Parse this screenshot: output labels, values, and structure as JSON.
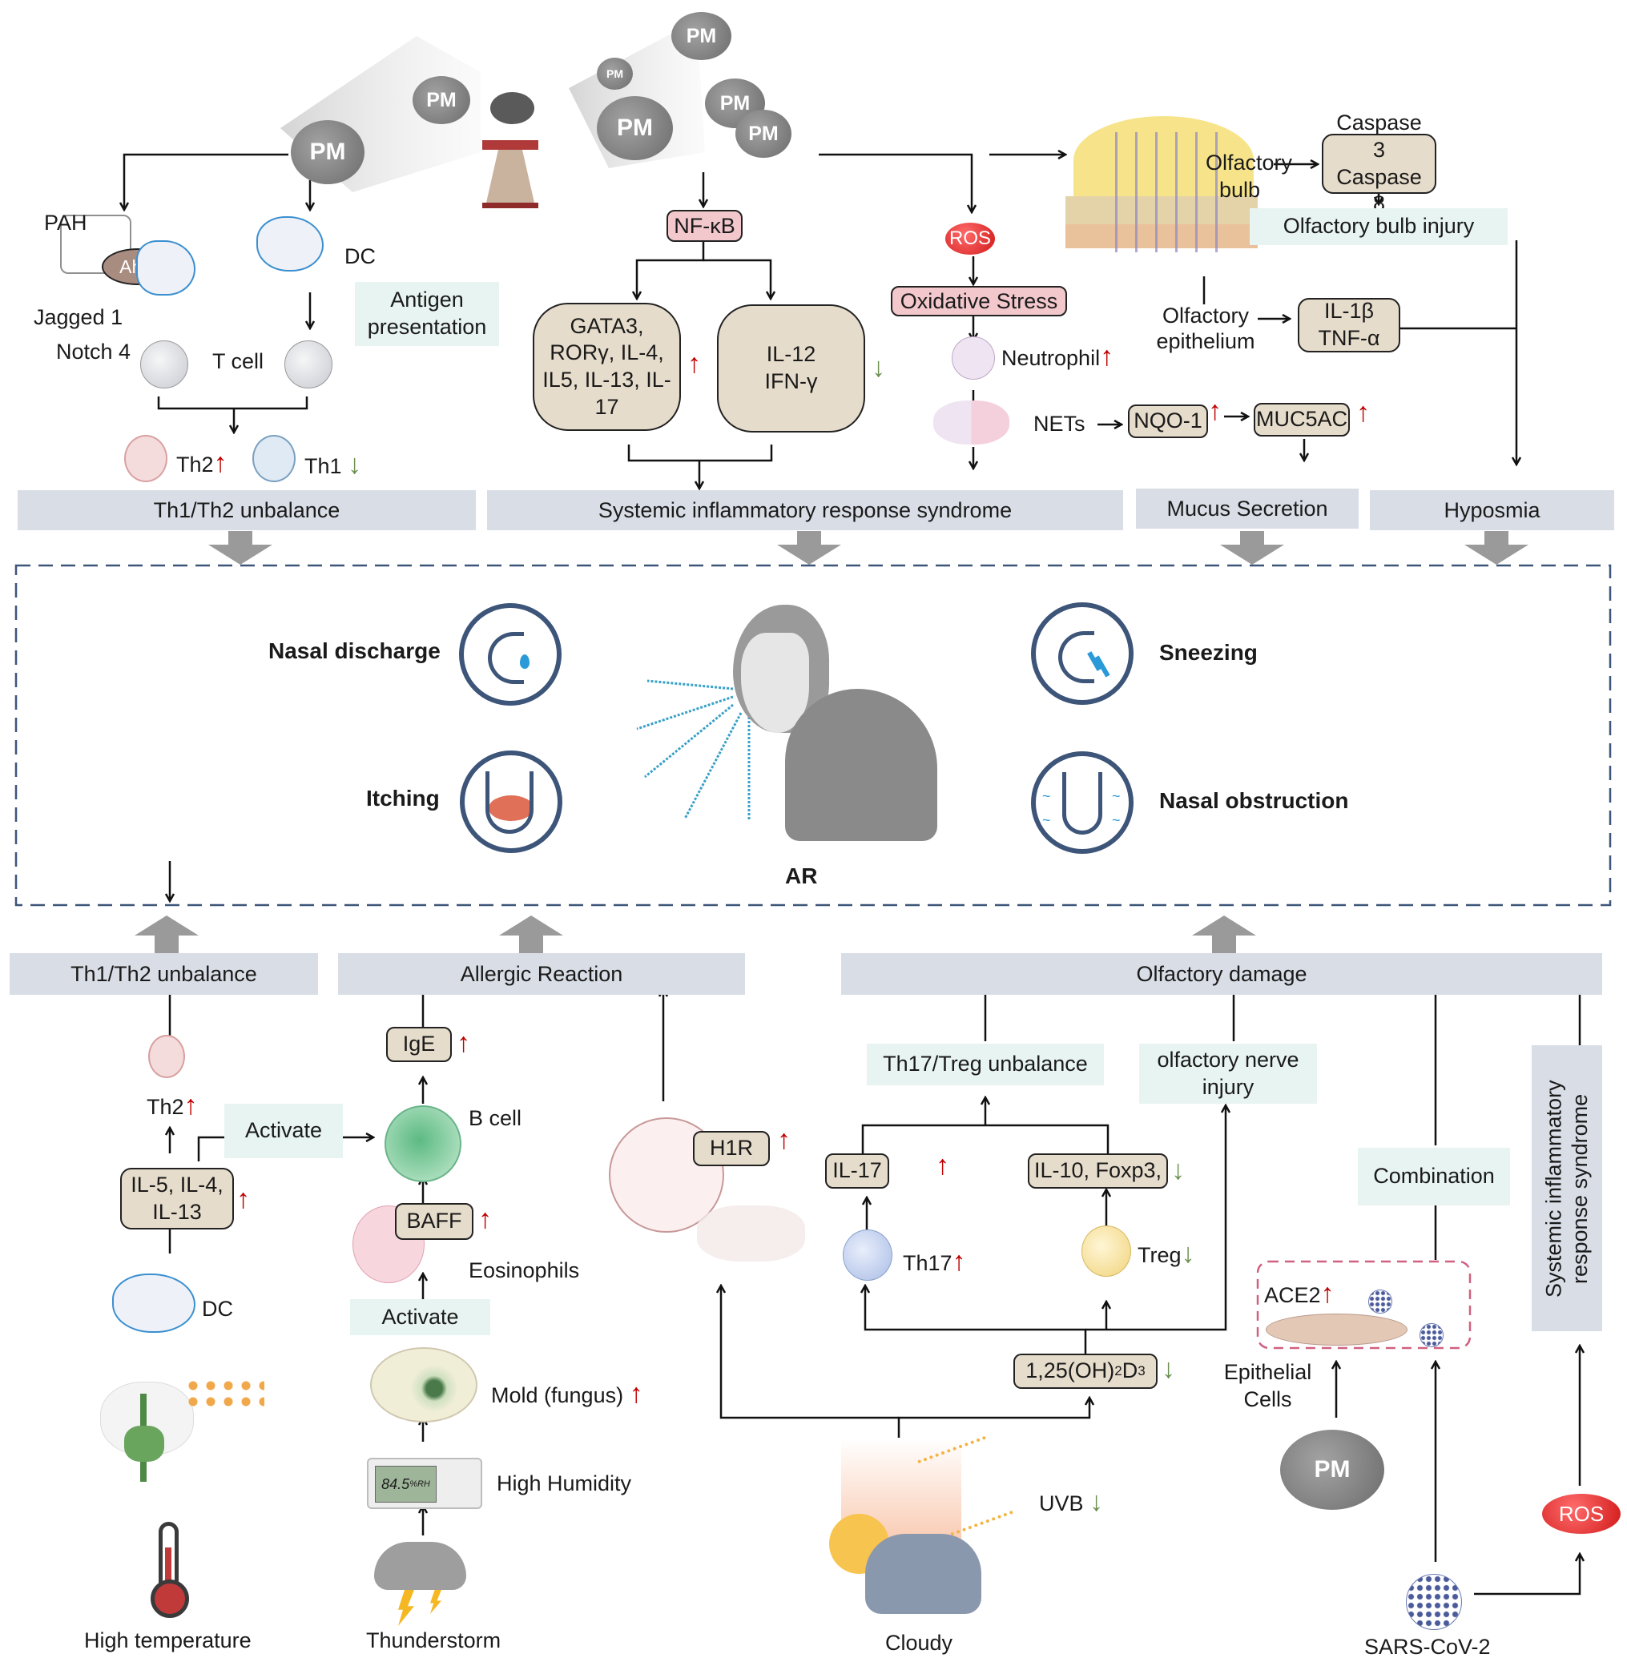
{
  "top": {
    "pm_label": "PM",
    "pah": "PAH",
    "ahr": "AhR",
    "jagged": "Jagged 1",
    "notch": "Notch 4",
    "dc": "DC",
    "t_cell": "T cell",
    "antigen_presentation": "Antigen presentation",
    "th2": "Th2",
    "th1": "Th1",
    "nfkb": "NF-κB",
    "up_box": "GATA3, RORγ, IL-4, IL5, IL-13, IL-17",
    "down_box": "IL-12 IFN-γ",
    "ros": "ROS",
    "oxidative_stress": "Oxidative Stress",
    "neutrophil": "Neutrophil",
    "nets": "NETs",
    "nqo1": "NQO-1",
    "muc5ac": "MUC5AC",
    "olfactory_bulb": "Olfactory bulb",
    "caspase": "Caspase 3 Caspase 8",
    "olfactory_bulb_injury": "Olfactory bulb injury",
    "olfactory_epithelium": "Olfactory epithelium",
    "il1b_tnfa": "IL-1β TNF-α"
  },
  "top_bands": [
    "Th1/Th2 unbalance",
    "Systemic inflammatory response syndrome",
    "Mucus Secretion",
    "Hyposmia"
  ],
  "center": {
    "title": "AR",
    "symptoms": [
      {
        "label": "Nasal discharge",
        "icon": "nose-drip-icon"
      },
      {
        "label": "Itching",
        "icon": "nose-itch-icon"
      },
      {
        "label": "Sneezing",
        "icon": "nose-sneeze-icon"
      },
      {
        "label": "Nasal obstruction",
        "icon": "nose-blocked-icon"
      }
    ]
  },
  "bottom_bands": [
    "Th1/Th2 unbalance",
    "Allergic Reaction",
    "Olfactory damage"
  ],
  "bottom": {
    "th2": "Th2",
    "il_box": "IL-5, IL-4, IL-13",
    "activate": "Activate",
    "dc": "DC",
    "high_temperature": "High temperature",
    "ige": "IgE",
    "b_cell": "B cell",
    "baff": "BAFF",
    "eosinophils": "Eosinophils",
    "activate2": "Activate",
    "mold": "Mold (fungus)",
    "high_humidity": "High Humidity",
    "hygrometer_reading": "84.5",
    "hygrometer_unit": "%RH",
    "thunderstorm": "Thunderstorm",
    "h1r": "H1R",
    "th17_treg": "Th17/Treg unbalance",
    "il17": "IL-17",
    "il10_foxp3": "IL-10, Foxp3,",
    "th17": "Th17",
    "treg": "Treg",
    "vitd": "1,25(OH)",
    "vitd_sub2": "2",
    "vitd_d": "D",
    "vitd_sub3": "3",
    "uvb": "UVB",
    "cloudy": "Cloudy",
    "olfactory_nerve_injury": "olfactory nerve injury",
    "combination": "Combination",
    "ace2": "ACE2",
    "epithelial_cells": "Epithelial Cells",
    "pm": "PM",
    "sars": "SARS-CoV-2",
    "ros": "ROS",
    "sirs_vertical": "Systemic inflammatory response syndrome"
  },
  "arrows": {
    "up": "↑",
    "down": "↓"
  },
  "colors": {
    "up_arrow": "#c00000",
    "down_arrow": "#6b8e4e",
    "band": "#d9dde6",
    "mint": "#e8f4f1",
    "box": "#e6dccb",
    "pink": "#f3c8cc",
    "icon_ring": "#3d5579"
  }
}
